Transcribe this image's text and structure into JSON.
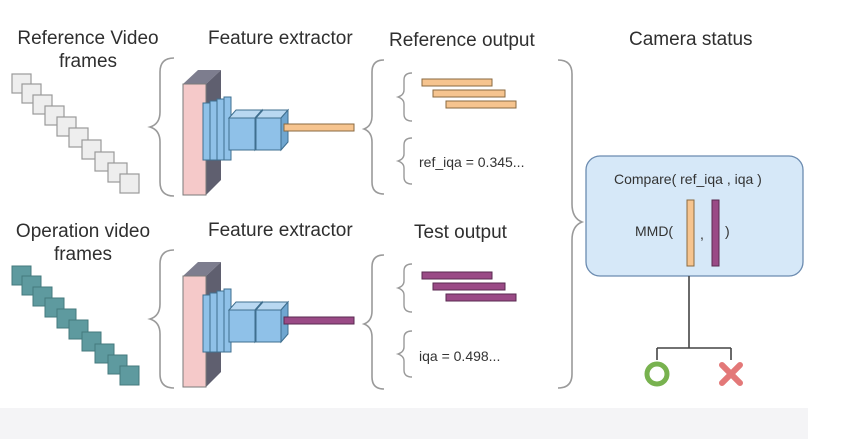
{
  "labels": {
    "ref_frames_line1": "Reference Video",
    "ref_frames_line2": "frames",
    "op_frames_line1": "Operation video",
    "op_frames_line2": "frames",
    "feature_extractor_top": "Feature extractor",
    "feature_extractor_bottom": "Feature extractor",
    "reference_output": "Reference output",
    "test_output": "Test output",
    "camera_status": "Camera status",
    "ref_iqa": "ref_iqa = 0.345...",
    "iqa": "iqa = 0.498...",
    "compare": "Compare( ref_iqa , iqa )",
    "mmd_open": "MMD(",
    "mmd_comma": ",",
    "mmd_close": ")"
  },
  "colors": {
    "reference_features": "#f6c48f",
    "test_features": "#9a4a86",
    "op_frames": "#5e9a9f",
    "ref_frames": "#eeeeee",
    "cnn_blocks": "#8fc1e8",
    "input_plane": "#f5c9c9",
    "compare_box": "#d6e8f8",
    "ok_status": "#78b24f",
    "fail_status": "#e37878"
  },
  "icons": {
    "ok": "circle-ok-icon",
    "fail": "cross-fail-icon"
  }
}
